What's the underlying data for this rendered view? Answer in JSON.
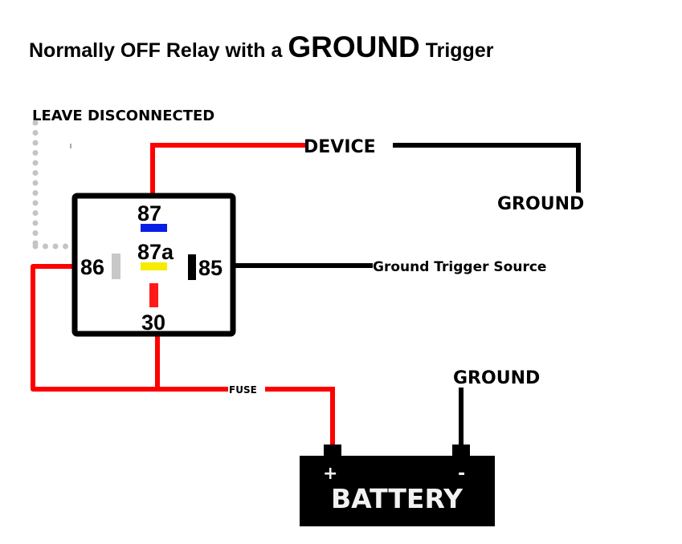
{
  "title": {
    "part1": "Normally OFF Relay with a ",
    "emphasis": "GROUND",
    "part2": " Trigger"
  },
  "labels": {
    "leave_disconnected": "LEAVE DISCONNECTED",
    "device": "DEVICE",
    "device_ground": "GROUND",
    "trigger_source": "Ground Trigger Source",
    "fuse": "FUSE",
    "battery_ground": "GROUND",
    "battery": "BATTERY",
    "battery_positive": "+",
    "battery_negative": "-"
  },
  "relay": {
    "pins": [
      {
        "id": "87",
        "label": "87",
        "color": "#0a1ee6"
      },
      {
        "id": "87a",
        "label": "87a",
        "color": "#f5ec00"
      },
      {
        "id": "86",
        "label": "86",
        "color": "#c8c8c8"
      },
      {
        "id": "85",
        "label": "85",
        "color": "#000000"
      },
      {
        "id": "30",
        "label": "30",
        "color": "#ff1a1a"
      }
    ]
  },
  "colors": {
    "power_wire": "#ff0000",
    "ground_wire": "#000000",
    "disconnected_wire": "#c4c4c4",
    "battery_body": "#000000",
    "battery_text": "#f2f2f2"
  }
}
